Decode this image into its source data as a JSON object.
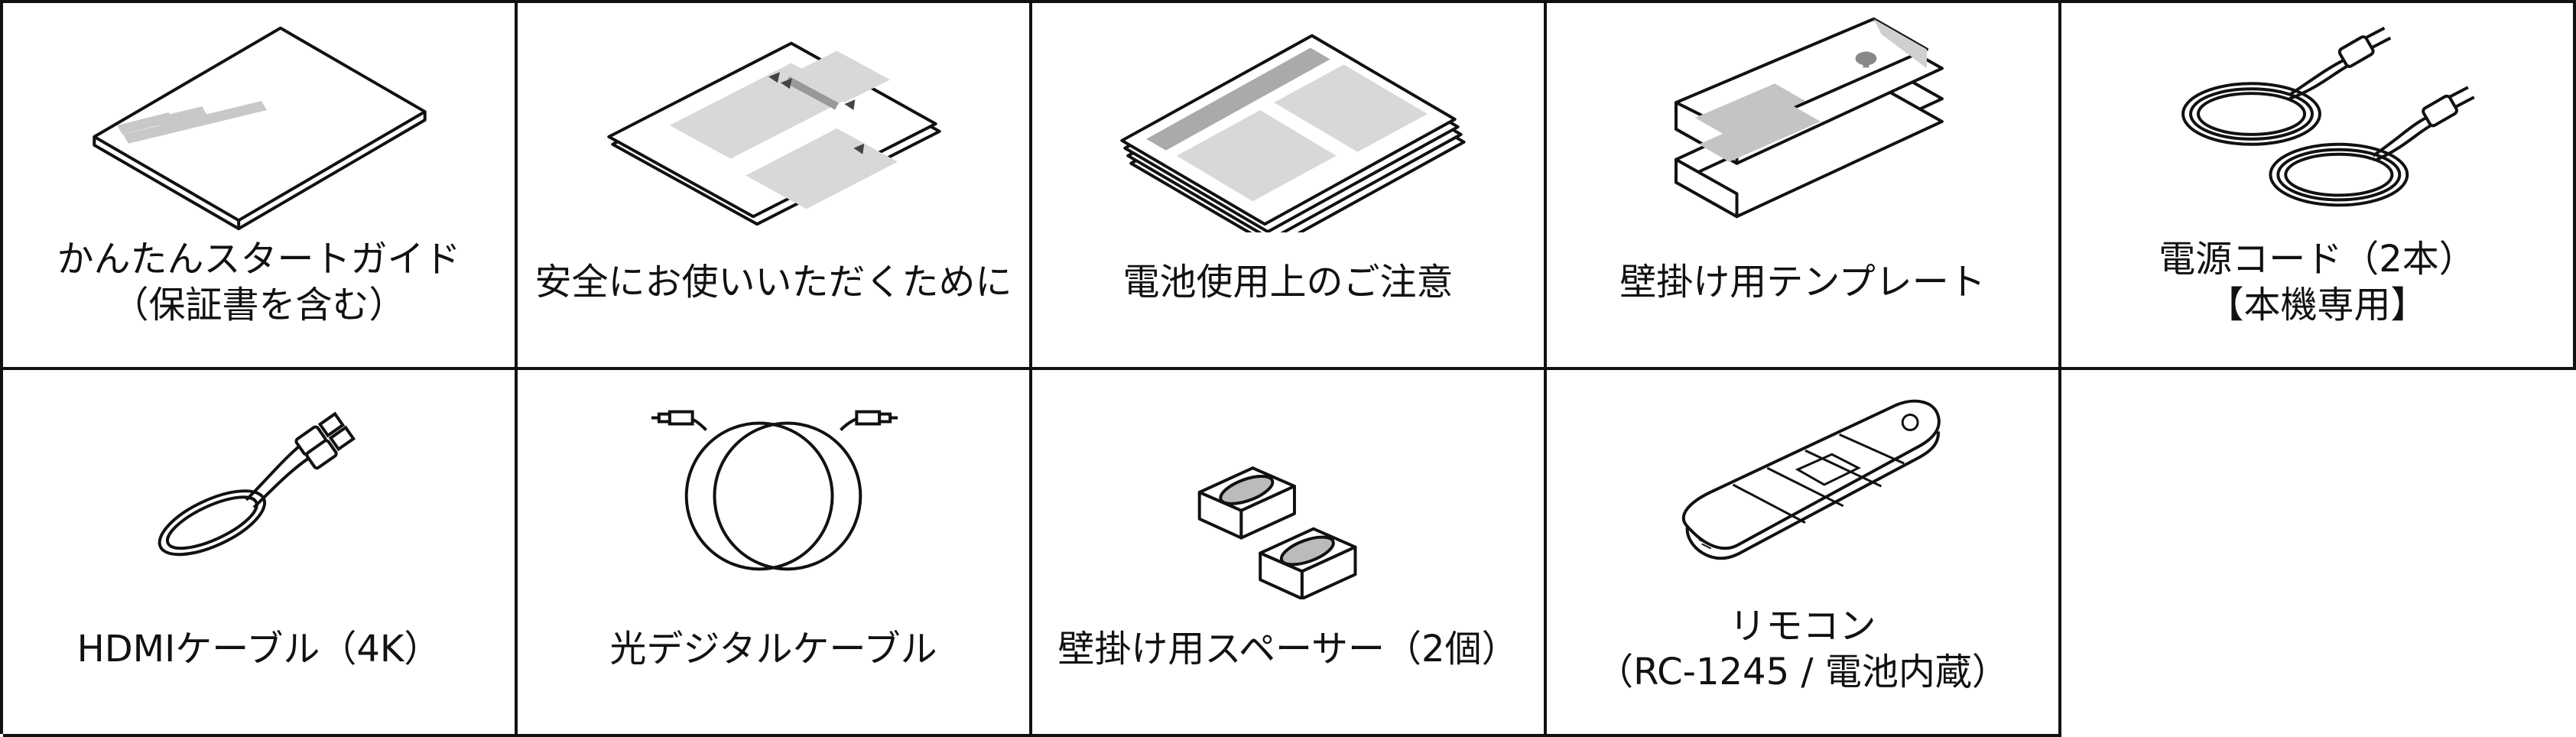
{
  "items": [
    {
      "name": "quick-start-guide",
      "lines": [
        "かんたんスタートガイド",
        "（保証書を含む）"
      ],
      "icon": "booklet-icon"
    },
    {
      "name": "safety-instructions",
      "lines": [
        "安全にお使いいただくために"
      ],
      "icon": "folded-leaflet-icon"
    },
    {
      "name": "battery-precautions",
      "lines": [
        "電池使用上のご注意"
      ],
      "icon": "stacked-sheets-icon"
    },
    {
      "name": "wall-mount-template",
      "lines": [
        "壁掛け用テンプレート"
      ],
      "icon": "folded-template-icon"
    },
    {
      "name": "power-cord",
      "lines": [
        "電源コード（2本）",
        "【本機専用】"
      ],
      "icon": "power-cord-icon"
    },
    {
      "name": "hdmi-cable",
      "lines": [
        "HDMIケーブル（4K）"
      ],
      "icon": "hdmi-cable-icon"
    },
    {
      "name": "optical-cable",
      "lines": [
        "光デジタルケーブル"
      ],
      "icon": "optical-cable-icon"
    },
    {
      "name": "wall-spacers",
      "lines": [
        "壁掛け用スペーサー（2個）"
      ],
      "icon": "spacer-pads-icon"
    },
    {
      "name": "remote-control",
      "lines": [
        "リモコン",
        "（RC-1245 / 電池内蔵）"
      ],
      "icon": "remote-control-icon"
    }
  ]
}
